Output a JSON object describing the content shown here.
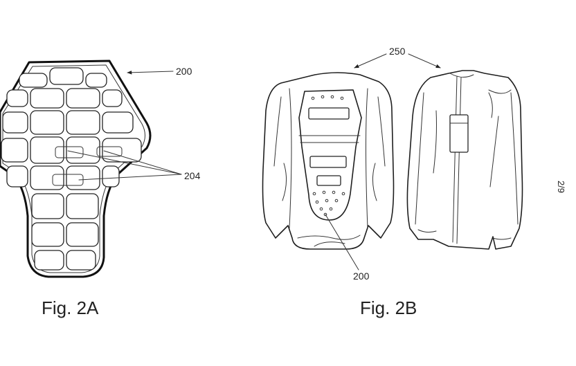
{
  "figures": {
    "fig_2a": {
      "label": "Fig. 2A"
    },
    "fig_2b": {
      "label": "Fig. 2B"
    }
  },
  "reference_numerals": {
    "protector": "200",
    "cells": "204",
    "jacket": "250",
    "protector_in_jacket": "200"
  },
  "sheet_number": "2/9"
}
